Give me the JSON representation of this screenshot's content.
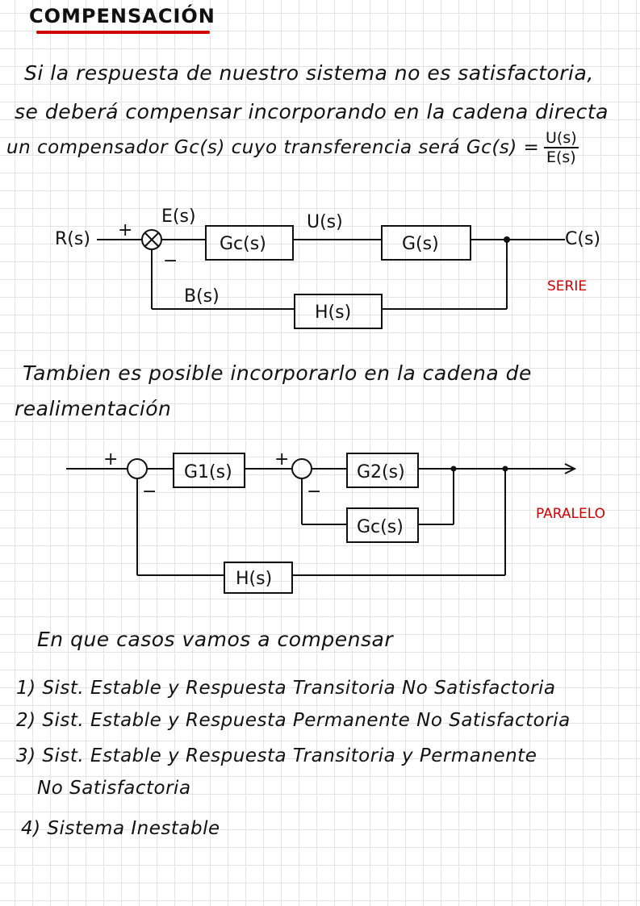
{
  "title": "COMPENSACIÓN",
  "intro": [
    "Si la respuesta de nuestro sistema no es satisfactoria,",
    "se deberá compensar incorporando en la cadena directa",
    "un compensador Gc(s) cuyo transferencia será Gc(s) ="
  ],
  "fraction": {
    "num": "U(s)",
    "den": "E(s)"
  },
  "series_diagram": {
    "input": "R(s)",
    "plus": "+",
    "minus": "−",
    "error": "E(s)",
    "compensator": "Gc(s)",
    "control": "U(s)",
    "plant": "G(s)",
    "output": "C(s)",
    "feedback_signal": "B(s)",
    "feedback": "H(s)",
    "label": "SERIE"
  },
  "also": [
    "Tambien es posible incorporarlo en la cadena de",
    "realimentación"
  ],
  "parallel_diagram": {
    "plus1": "+",
    "minus1": "−",
    "g1": "G1(s)",
    "plus2": "+",
    "minus2": "−",
    "g2": "G2(s)",
    "gc": "Gc(s)",
    "h": "H(s)",
    "label": "PARALELO"
  },
  "cases_heading": "En que casos vamos a compensar",
  "cases": [
    "1) Sist. Estable y Respuesta Transitoria No Satisfactoria",
    "2) Sist. Estable y Respuesta Permanente No Satisfactoria",
    "3) Sist. Estable y Respuesta Transitoria y Permanente",
    "No Satisfactoria",
    "4) Sistema Inestable"
  ]
}
